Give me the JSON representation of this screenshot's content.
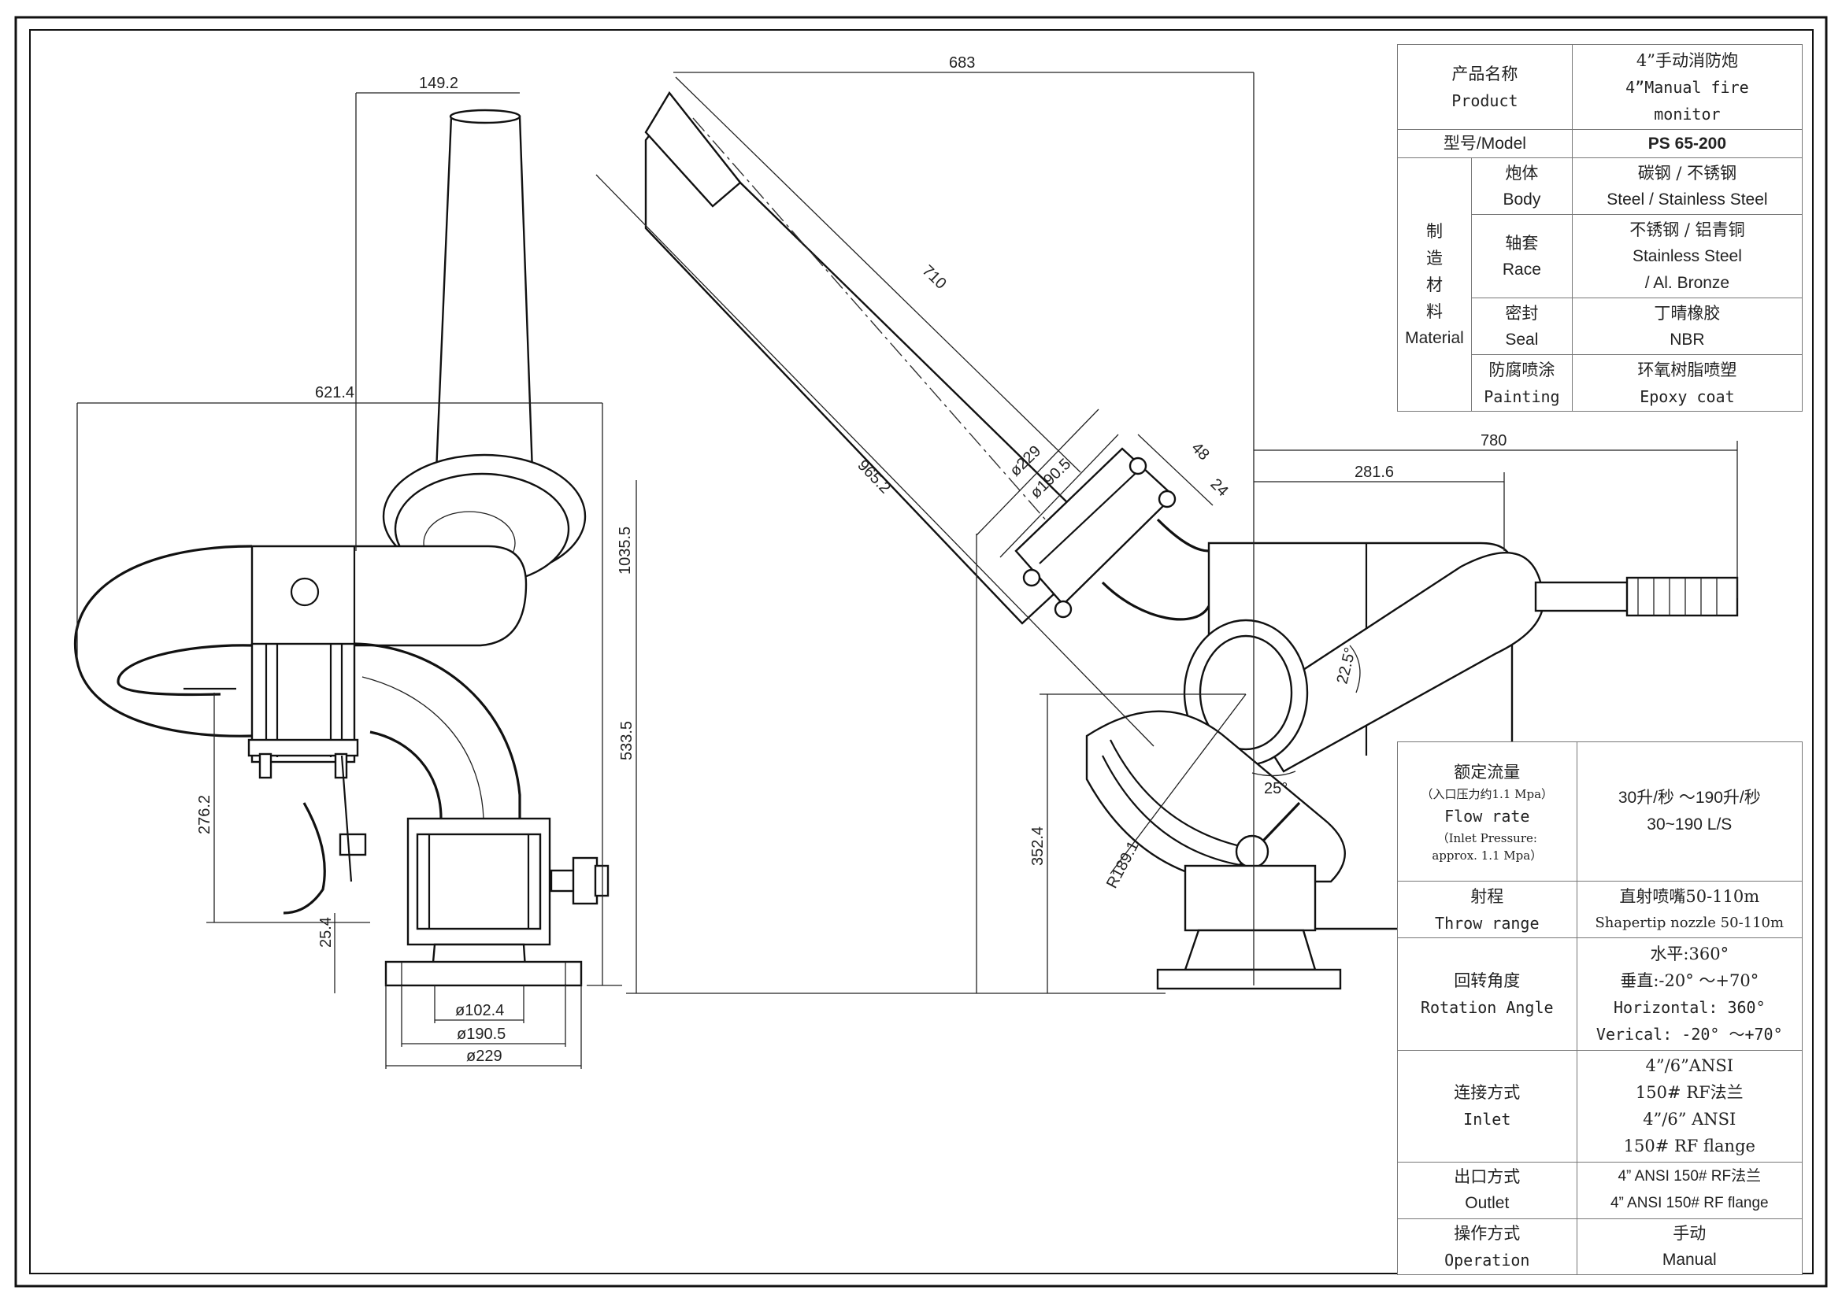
{
  "dimensions": {
    "front_top_width": "149.2",
    "front_overall_width": "621.4",
    "front_height": "1035.5",
    "front_inlet_height": "276.2",
    "front_flange_thk": "25.4",
    "front_d1": "ø102.4",
    "front_d2": "ø190.5",
    "front_d3": "ø229",
    "side_top": "683",
    "side_barrel": "710",
    "side_reach": "965.2",
    "side_flange_d1": "ø229",
    "side_flange_d2": "ø190.5",
    "side_bolt_a": "48",
    "side_bolt_b": "24",
    "side_overall": "780",
    "side_offset": "281.6",
    "side_height": "533.5",
    "side_pivot_height": "352.4",
    "side_angle_a": "22.5°",
    "side_angle_b": "25°",
    "side_radius": "R189.1"
  },
  "spec_table_top": {
    "product_label_cn": "产品名称",
    "product_label_en": "Product",
    "product_value_cn": "4”手动消防炮",
    "product_value_en_1": "4”Manual fire",
    "product_value_en_2": "monitor",
    "model_label": "型号/Model",
    "model_value": "PS 65-200",
    "material_label_chars": [
      "制",
      "造",
      "材",
      "料"
    ],
    "material_label_en": "Material",
    "rows": [
      {
        "part_cn": "炮体",
        "part_en": "Body",
        "value_cn": "碳钢 / 不锈钢",
        "value_en": "Steel / Stainless Steel"
      },
      {
        "part_cn": "轴套",
        "part_en": "Race",
        "value_cn": "不锈钢 / 铝青铜",
        "value_en_1": "Stainless Steel",
        "value_en_2": "/ Al. Bronze"
      },
      {
        "part_cn": "密封",
        "part_en": "Seal",
        "value_cn": "丁晴橡胶",
        "value_en": "NBR"
      },
      {
        "part_cn": "防腐喷涂",
        "part_en": "Painting",
        "value_cn": "环氧树脂喷塑",
        "value_en": "Epoxy coat"
      }
    ]
  },
  "spec_table_bottom": {
    "flow_label_cn": "额定流量",
    "flow_note_cn": "（入口压力约1.1 Mpa）",
    "flow_label_en": "Flow  rate",
    "flow_note_en_1": "（Inlet Pressure:",
    "flow_note_en_2": "approx. 1.1 Mpa）",
    "flow_value_cn": "30升/秒 ～190升/秒",
    "flow_value_en": "30~190 L/S",
    "throw_label_cn": "射程",
    "throw_label_en": "Throw range",
    "throw_value_cn": "直射喷嘴50-110m",
    "throw_value_en": "Shapertip nozzle 50-110m",
    "rotation_label_cn": "回转角度",
    "rotation_label_en": "Rotation Angle",
    "rotation_values": [
      "水平:360°",
      "垂直:-20° ～+70°",
      "Horizontal: 360°",
      "Verical: -20° ～+70°"
    ],
    "inlet_label_cn": "连接方式",
    "inlet_label_en": "Inlet",
    "inlet_values": [
      "4”/6”ANSI",
      "150# RF法兰",
      "4”/6” ANSI",
      "150# RF flange"
    ],
    "outlet_label_cn": "出口方式",
    "outlet_label_en": "Outlet",
    "outlet_value_cn": "4” ANSI 150# RF法兰",
    "outlet_value_en": "4” ANSI  150# RF flange",
    "operation_label_cn": "操作方式",
    "operation_label_en": "Operation",
    "operation_value_cn": "手动",
    "operation_value_en": "Manual"
  }
}
